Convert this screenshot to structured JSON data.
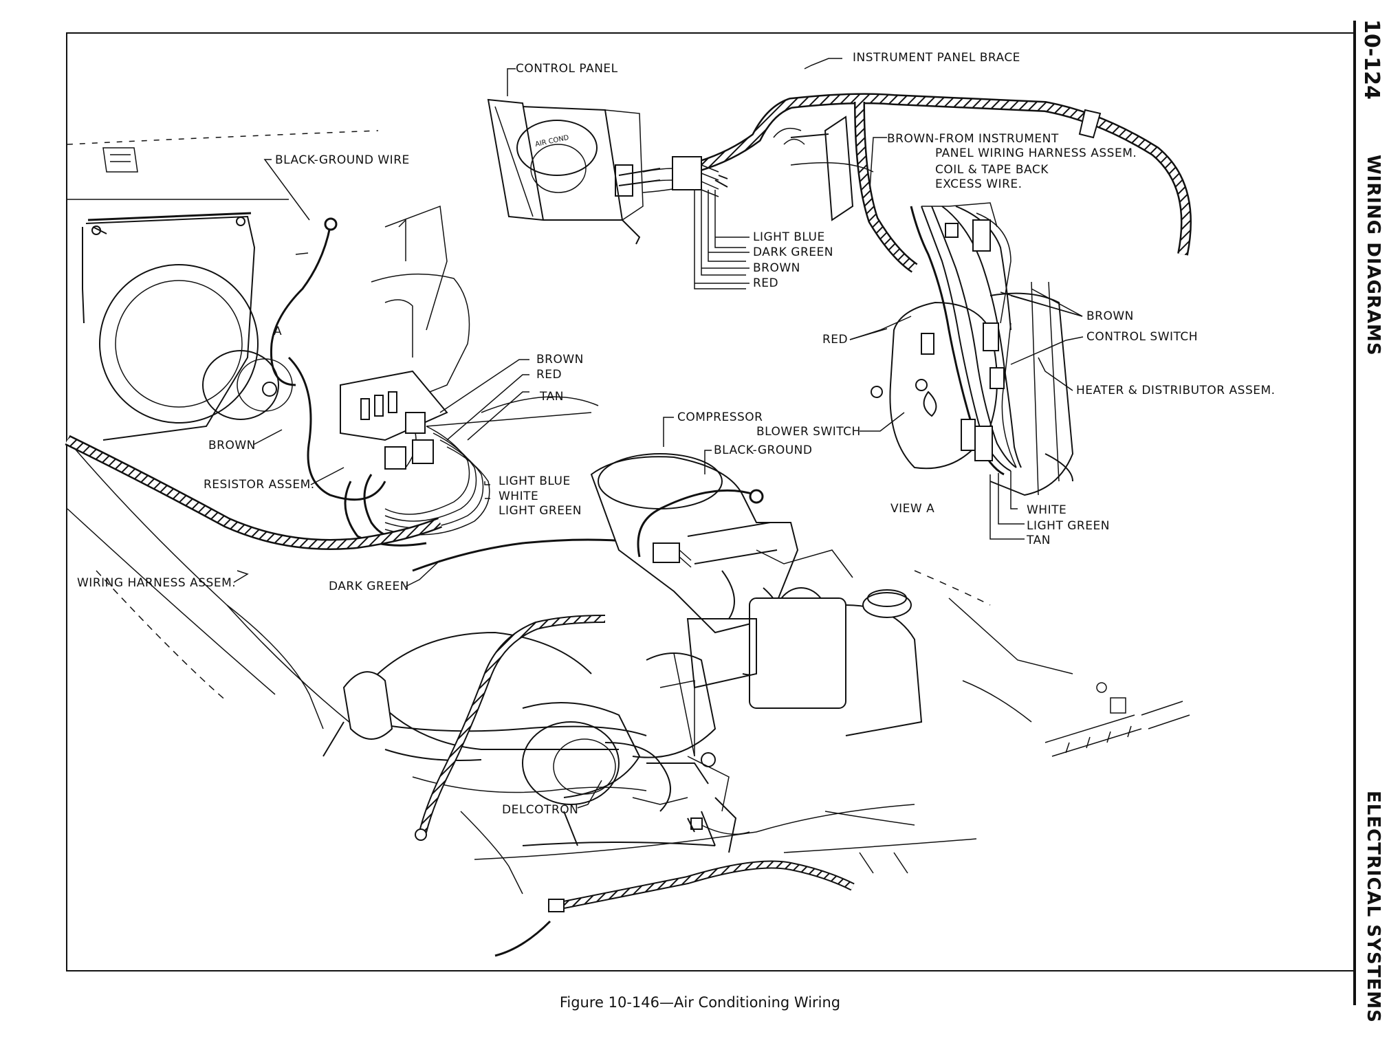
{
  "page": {
    "page_number": "10-124",
    "section_title": "WIRING DIAGRAMS",
    "chapter_title": "ELECTRICAL SYSTEMS"
  },
  "figure": {
    "caption": "Figure 10-146—Air Conditioning Wiring"
  },
  "labels": {
    "control_panel": "CONTROL PANEL",
    "instrument_panel_brace": "INSTRUMENT PANEL BRACE",
    "brown_from_instrument": "BROWN-FROM INSTRUMENT",
    "panel_wiring_harness": "PANEL WIRING HARNESS ASSEM.",
    "coil_tape_back": "COIL & TAPE BACK",
    "excess_wire": "EXCESS WIRE.",
    "black_ground_wire": "BLACK-GROUND WIRE",
    "light_blue_top": "LIGHT BLUE",
    "dark_green_top": "DARK GREEN",
    "brown_top": "BROWN",
    "red_top": "RED",
    "view_a_brown": "BROWN",
    "control_switch": "CONTROL SWITCH",
    "view_a_red": "RED",
    "heater_distributor": "HEATER & DISTRIBUTOR ASSEM.",
    "view_a_marker": "A",
    "resistor_brown": "BROWN",
    "resistor_red": "RED",
    "resistor_tan": "TAN",
    "compressor": "COMPRESSOR",
    "blower_switch": "BLOWER SWITCH",
    "black_ground": "BLACK-GROUND",
    "brown_left": "BROWN",
    "resistor_assem": "RESISTOR ASSEM.",
    "light_blue_mid": "LIGHT BLUE",
    "white_mid": "WHITE",
    "light_green_mid": "LIGHT GREEN",
    "view_a": "VIEW A",
    "view_a_white": "WHITE",
    "view_a_light_green": "LIGHT GREEN",
    "view_a_tan": "TAN",
    "wiring_harness_assem": "WIRING HARNESS ASSEM.",
    "dark_green_bottom": "DARK GREEN",
    "delcotron": "DELCOTRON",
    "air_cond_dial": "AIR COND"
  }
}
